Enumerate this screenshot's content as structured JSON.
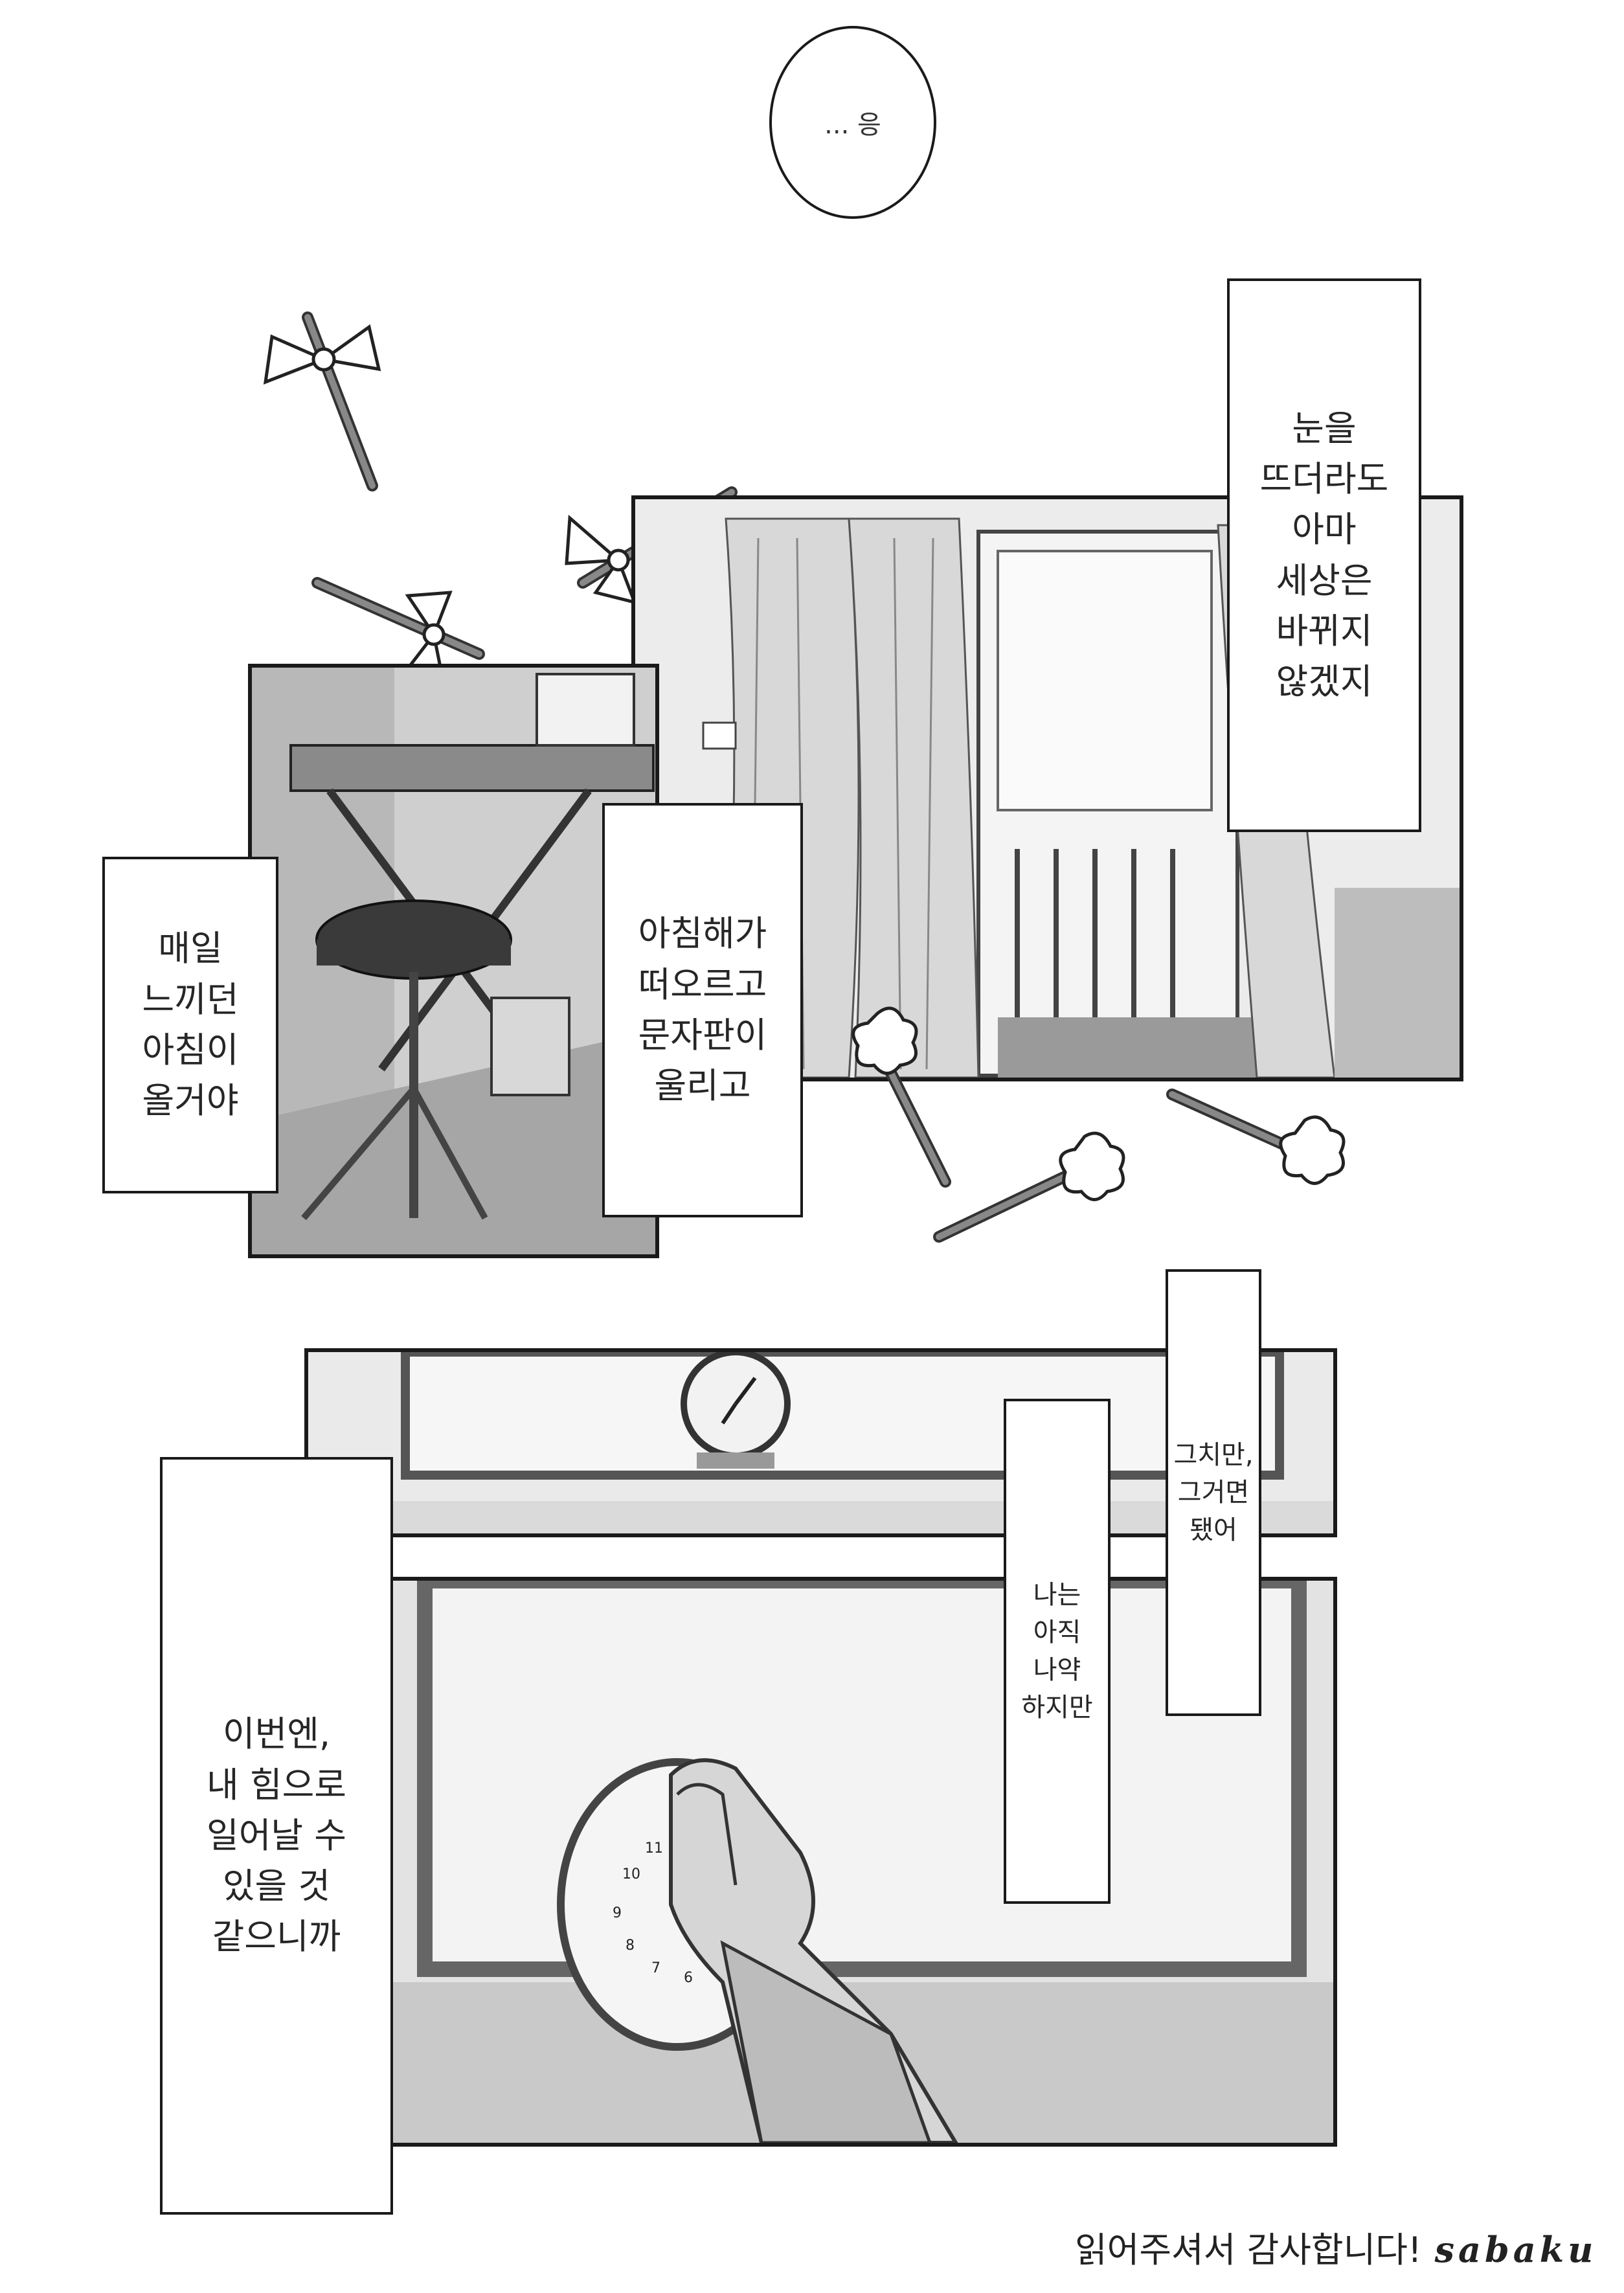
{
  "bubble": {
    "text": "... 응"
  },
  "captions": {
    "top_right": "눈을\n뜨더라도\n아마\n세상은\n바뀌지\n않겠지",
    "left_mid": "매일\n느끼던\n아침이\n올거야",
    "center_mid": "아침해가\n떠오르고\n문자판이\n울리고",
    "right_small_1": "나는\n아직\n나약\n하지만",
    "right_small_2": "그치만,\n그거면\n됐어",
    "left_bottom": "이번엔,\n내 힘으로\n일어날 수\n있을 것\n같으니까"
  },
  "credit": {
    "thanks": "읽어주셔서 감사합니다!",
    "signature": "sabaku"
  },
  "clock_numbers": [
    "11",
    "10",
    "9",
    "8",
    "7",
    "6"
  ]
}
